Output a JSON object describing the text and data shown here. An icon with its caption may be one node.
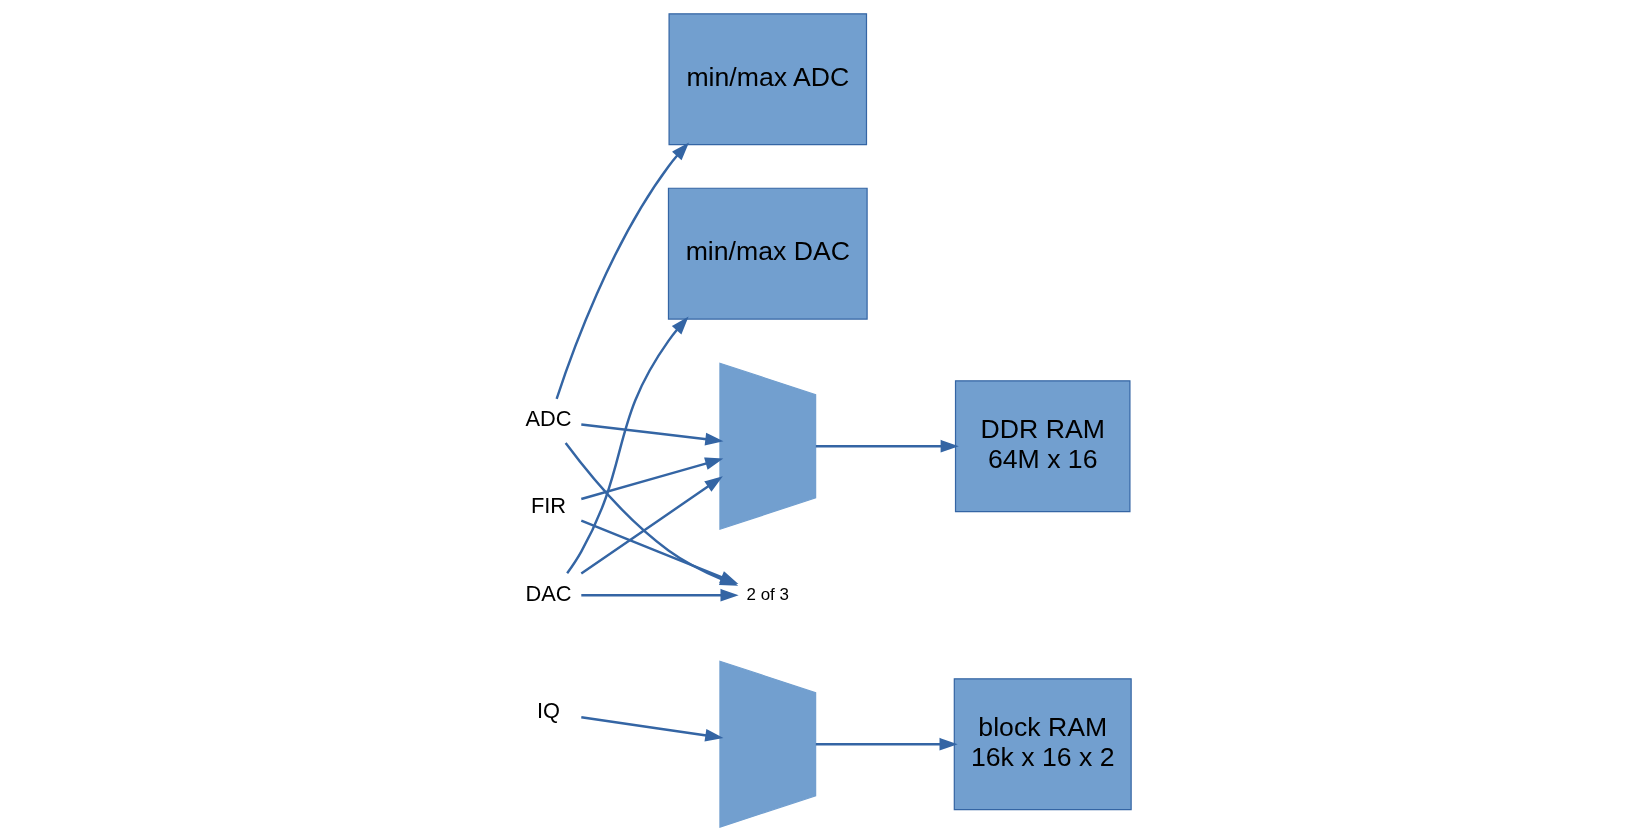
{
  "diagram": {
    "nodes": [
      {
        "text": [
          "min/max ADC"
        ]
      },
      {
        "text": [
          "min/max DAC"
        ]
      },
      {
        "text": [
          "ADC"
        ]
      },
      {
        "text": [],
        "shape": "trapezoid"
      },
      {
        "text": [
          "DDR RAM",
          "64M x 16"
        ]
      },
      {
        "text": [
          "FIR"
        ]
      },
      {
        "text": [
          "DAC"
        ]
      },
      {
        "text": [
          "2 of 3"
        ]
      },
      {
        "text": [],
        "shape": "trapezoid"
      },
      {
        "text": [
          "block RAM",
          "16k x 16 x 2"
        ]
      },
      {
        "text": [
          "IQ"
        ]
      }
    ],
    "edges": [
      {
        "from": 2,
        "to": 0,
        "arrow": "to"
      },
      {
        "from": 2,
        "to": 3,
        "arrow": "to"
      },
      {
        "from": 5,
        "to": 3,
        "arrow": "to"
      },
      {
        "from": 6,
        "to": 1,
        "arrow": "to"
      },
      {
        "from": 6,
        "to": 3,
        "arrow": "to"
      },
      {
        "from": 6,
        "to": 7,
        "arrow": "to"
      },
      {
        "from": 5,
        "to": 7,
        "arrow": "to"
      },
      {
        "from": 2,
        "to": 7,
        "arrow": "to"
      },
      {
        "from": 10,
        "to": 8,
        "arrow": "to"
      },
      {
        "from": 3,
        "to": 4,
        "arrow": "to"
      },
      {
        "from": 8,
        "to": 9,
        "arrow": "to"
      }
    ]
  }
}
